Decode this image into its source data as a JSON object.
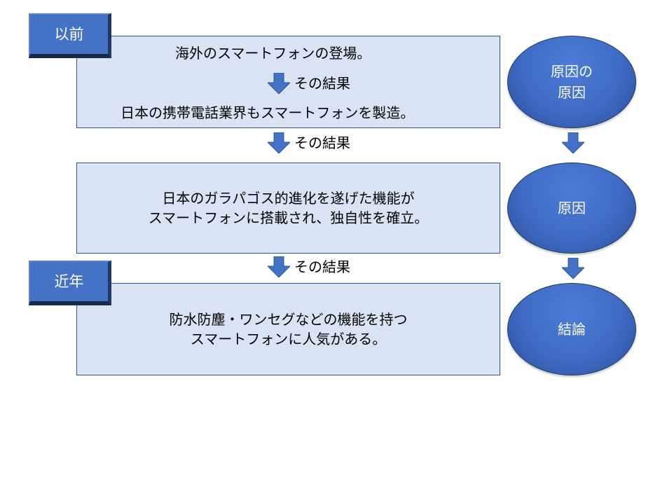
{
  "labels": {
    "before": "以前",
    "recent": "近年"
  },
  "box1": {
    "line1": "海外のスマートフォンの登場。",
    "arrow_label": "その結果",
    "line2": "日本の携帯電話業界もスマートフォンを製造。"
  },
  "between1": "その結果",
  "box2": {
    "line1": "日本のガラパゴス的進化を遂げた機能が",
    "line2": "スマートフォンに搭載され、独自性を確立。"
  },
  "between2": "その結果",
  "box3": {
    "line1": "防水防塵・ワンセグなどの機能を持つ",
    "line2": "スマートフォンに人気がある。"
  },
  "ellipses": {
    "e1_line1": "原因の",
    "e1_line2": "原因",
    "e2": "原因",
    "e3": "結論"
  },
  "colors": {
    "box_fill": "#dae3f3",
    "box_border": "#2f5597",
    "accent": "#4472c4"
  },
  "icons": {
    "arrow": "down-arrow-icon"
  }
}
